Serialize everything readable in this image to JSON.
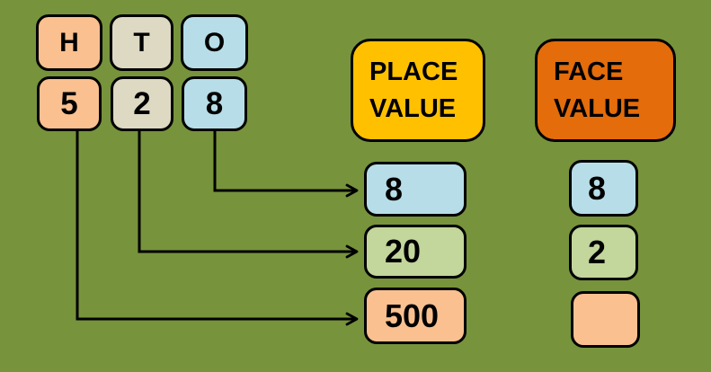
{
  "colors": {
    "background": "#77933C",
    "peach": "#FAC090",
    "tan": "#DDD9C3",
    "blue": "#B7DEE8",
    "green": "#C3D69B",
    "gold": "#FFC000",
    "orange_red": "#E46C0A",
    "outline": "#000000",
    "arrow": "#000000"
  },
  "number_columns": [
    {
      "letter": "H",
      "digit": "5"
    },
    {
      "letter": "T",
      "digit": "2"
    },
    {
      "letter": "O",
      "digit": "8"
    }
  ],
  "headers": {
    "place_value": {
      "line1": "PLACE",
      "line2": "VALUE"
    },
    "face_value": {
      "line1": "FACE",
      "line2": "VALUE"
    }
  },
  "place_values": [
    {
      "value": "8"
    },
    {
      "value": "20"
    },
    {
      "value": "500"
    }
  ],
  "face_values": [
    {
      "value": "8"
    },
    {
      "value": "2"
    },
    {
      "value": ""
    }
  ]
}
